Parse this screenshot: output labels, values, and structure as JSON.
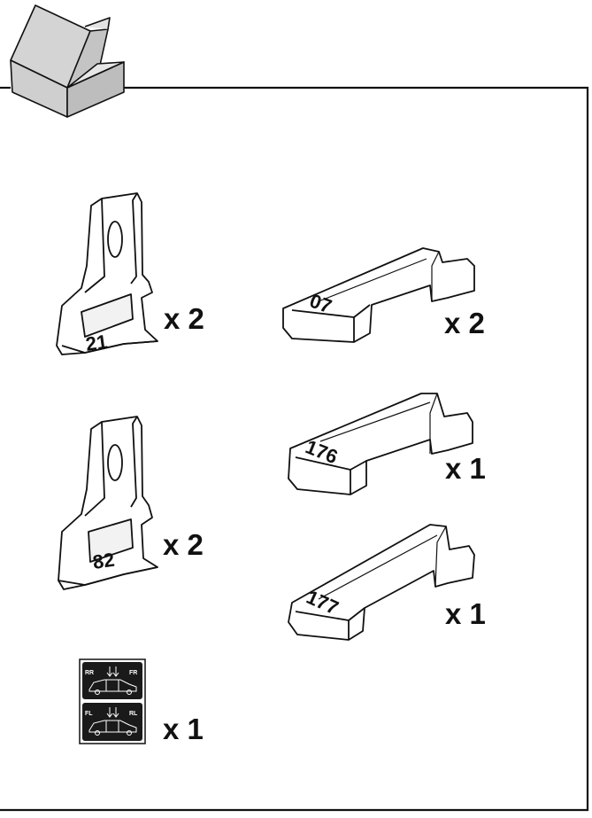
{
  "parts": [
    {
      "id": "foot-21",
      "kind": "foot",
      "number": "21",
      "quantity": "x 2"
    },
    {
      "id": "foot-82",
      "kind": "foot",
      "number": "82",
      "quantity": "x 2"
    },
    {
      "id": "pad-07",
      "kind": "pad",
      "number": "07",
      "quantity": "x 2"
    },
    {
      "id": "pad-176",
      "kind": "pad",
      "number": "176",
      "quantity": "x 1"
    },
    {
      "id": "pad-177",
      "kind": "pad",
      "number": "177",
      "quantity": "x 1"
    },
    {
      "id": "sticker",
      "kind": "sticker",
      "quantity": "x 1",
      "labels": {
        "top_left": "RR",
        "top_right": "FR",
        "bottom_left": "FL",
        "bottom_right": "RL"
      }
    }
  ],
  "icons": {
    "header": "open-box-icon"
  },
  "colors": {
    "line": "#111111",
    "background": "#ffffff",
    "sticker": "#1a1a1a"
  }
}
